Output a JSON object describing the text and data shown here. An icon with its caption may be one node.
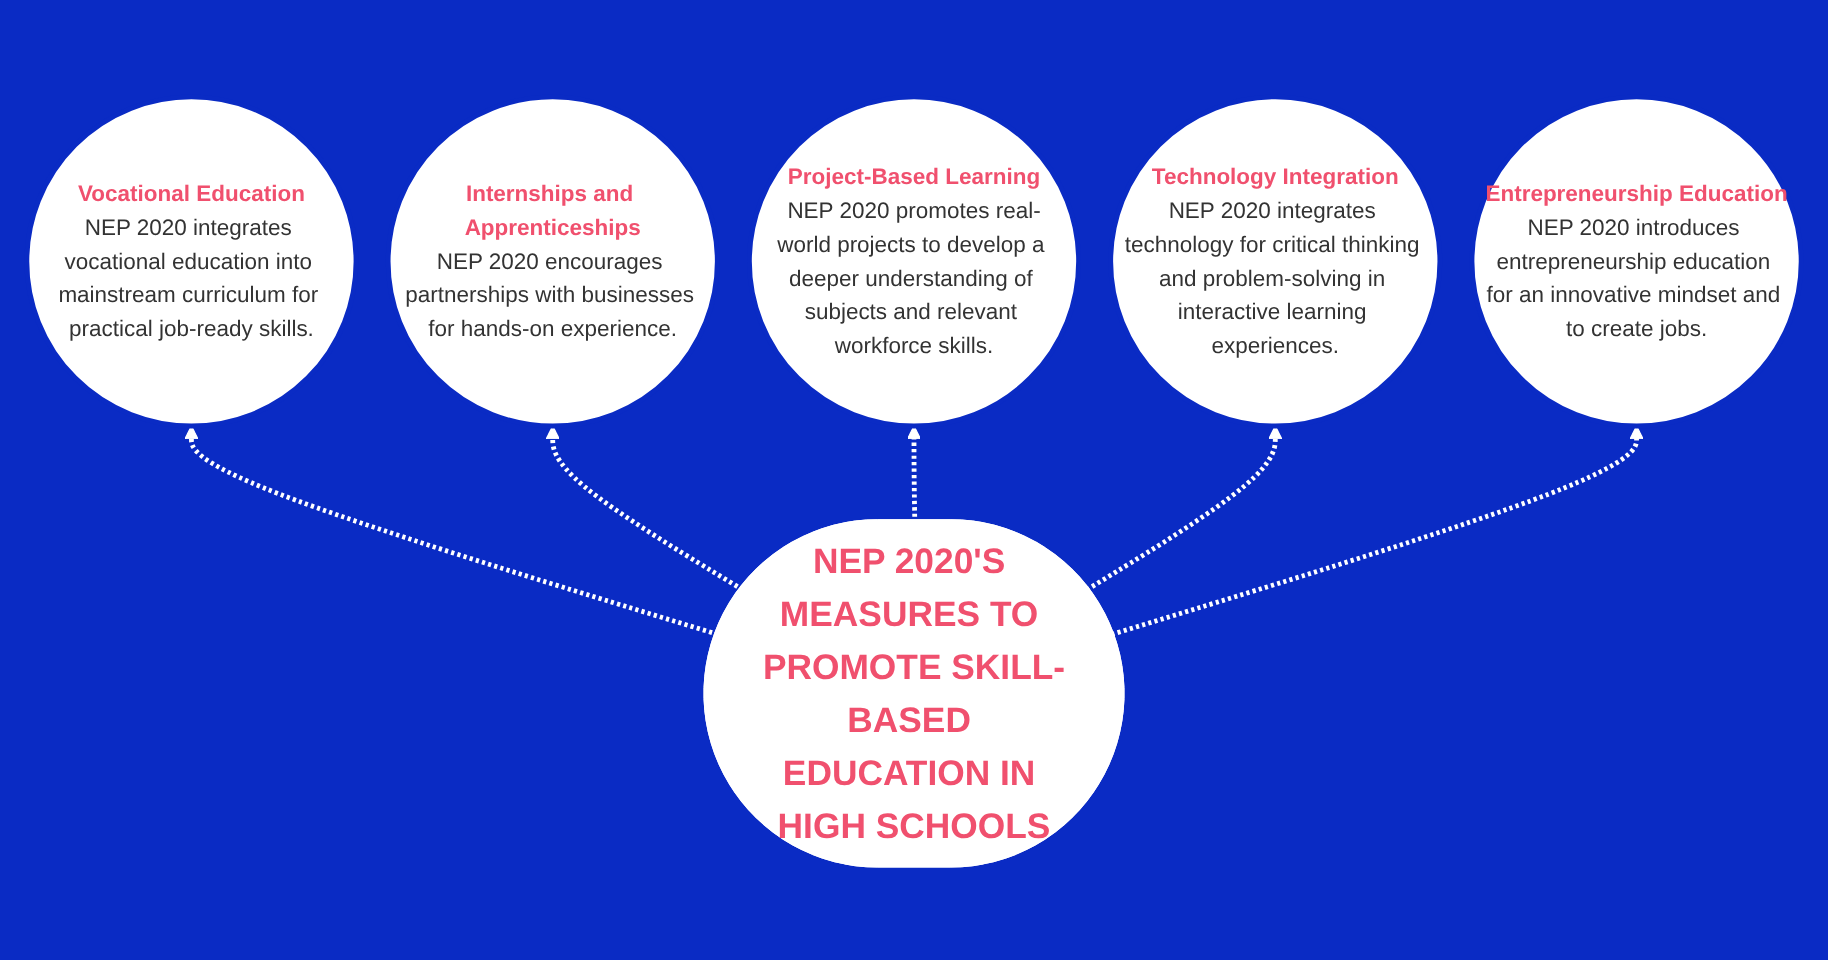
{
  "diagram": {
    "nodes": [
      {
        "text": [
          "NEP 2020'S MEASURES TO PROMOTE SKILL-BASED EDUCATION IN HIGH SCHOOLS"
        ]
      },
      {
        "text": [
          "Vocational Education",
          "NEP 2020 integrates vocational education into mainstream curriculum for practical job-ready skills."
        ]
      },
      {
        "text": [
          "Internships and Apprenticeships",
          "NEP 2020 encourages partnerships with businesses for hands-on experience."
        ]
      },
      {
        "text": [
          "Project-Based Learning",
          "NEP 2020 promotes real-world projects to develop a deeper understanding of subjects and relevant workforce skills."
        ]
      },
      {
        "text": [
          "Technology Integration",
          "NEP 2020 integrates technology for critical thinking and problem-solving in interactive learning experiences."
        ]
      },
      {
        "text": [
          "Entrepreneurship Education",
          "NEP 2020 introduces entrepreneurship education for an innovative mindset and to create jobs."
        ]
      }
    ],
    "edges": [
      {
        "from": 0,
        "to": 1,
        "arrow": "to",
        "style": "dashed"
      },
      {
        "from": 0,
        "to": 2,
        "arrow": "to",
        "style": "dashed"
      },
      {
        "from": 0,
        "to": 3,
        "arrow": "to",
        "style": "dashed"
      },
      {
        "from": 0,
        "to": 4,
        "arrow": "to",
        "style": "dashed"
      },
      {
        "from": 0,
        "to": 5,
        "arrow": "to",
        "style": "dashed"
      }
    ]
  }
}
